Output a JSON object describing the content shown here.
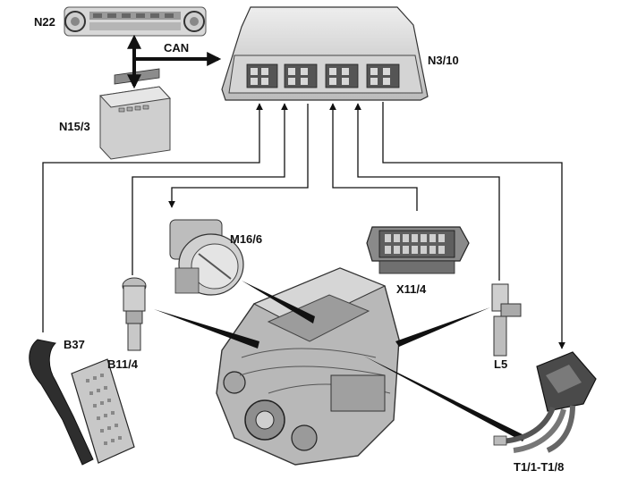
{
  "labels": {
    "n22": "N22",
    "n3_10": "N3/10",
    "can": "CAN",
    "n15_3": "N15/3",
    "m16_6": "M16/6",
    "x11_4": "X11/4",
    "b11_4": "B11/4",
    "l5": "L5",
    "b37": "B37",
    "t1": "T1/1-T1/8"
  },
  "connections": [
    {
      "from": "B37",
      "to": "N3/10"
    },
    {
      "from": "B11/4",
      "to": "N3/10"
    },
    {
      "from": "N3/10",
      "to": "M16/6"
    },
    {
      "from": "X11/4",
      "to": "N3/10"
    },
    {
      "from": "L5",
      "to": "N3/10"
    },
    {
      "from": "N3/10",
      "to": "T1/1-T1/8"
    },
    {
      "from": "N22",
      "to": "N3/10",
      "bus": "CAN"
    },
    {
      "from": "N15/3",
      "to": "N3/10",
      "bus": "CAN"
    }
  ]
}
